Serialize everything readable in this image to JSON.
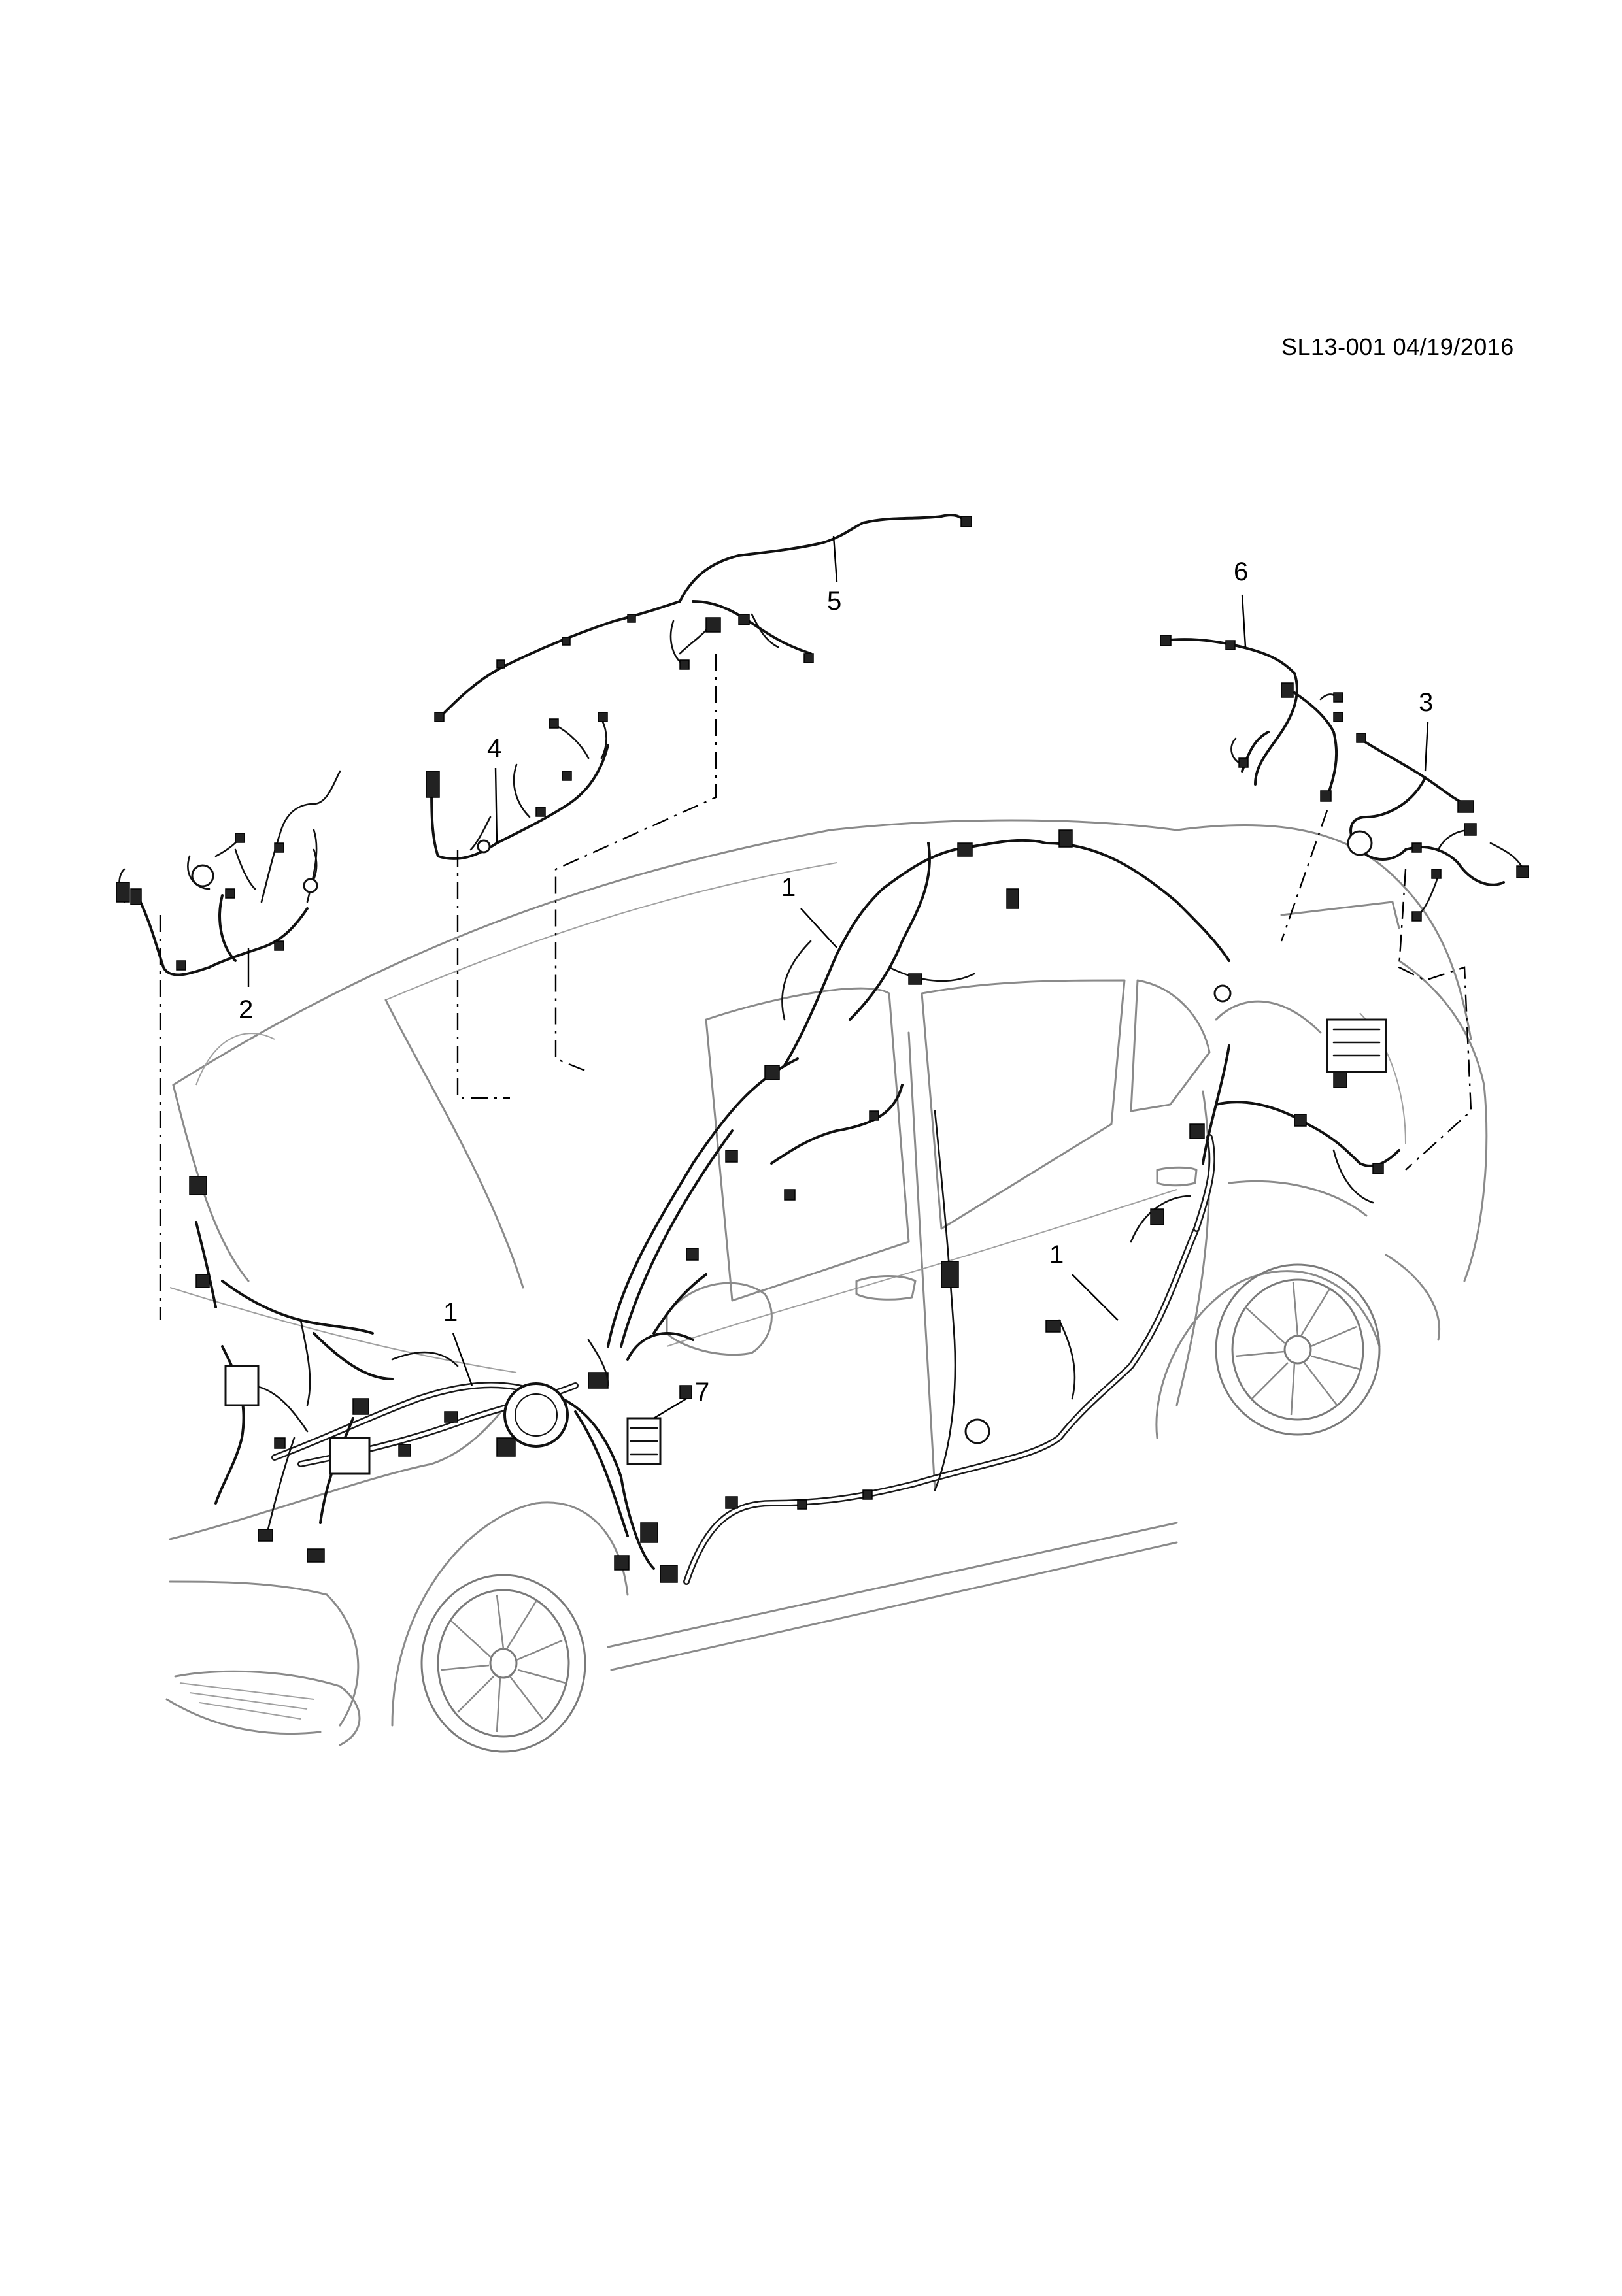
{
  "reference": {
    "code": "SL13-001 04/19/2016"
  },
  "callouts": {
    "c1_roof": "1",
    "c1_front": "1",
    "c1_rear": "1",
    "c2": "2",
    "c3": "3",
    "c4": "4",
    "c5": "5",
    "c6": "6",
    "c7": "7"
  }
}
